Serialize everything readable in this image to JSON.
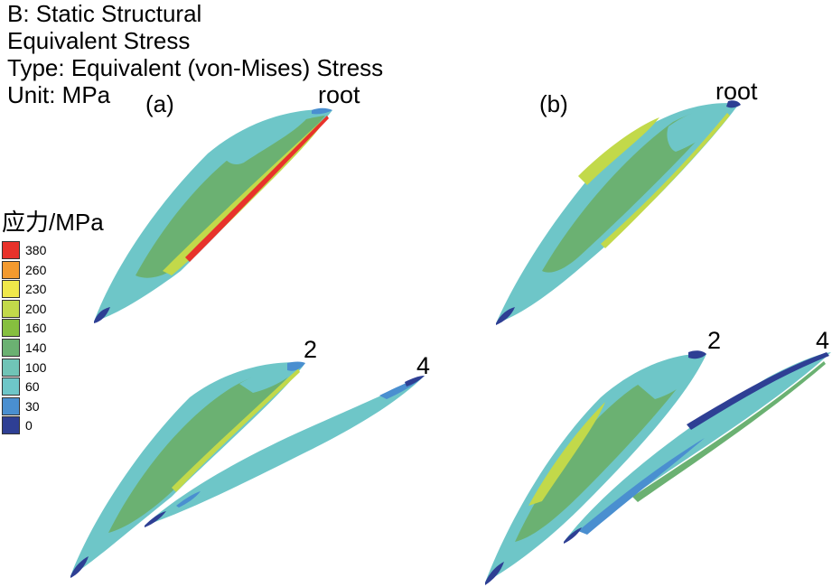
{
  "header": {
    "line1": "B: Static Structural",
    "line2": "Equivalent Stress",
    "line3": "Type: Equivalent (von-Mises) Stress",
    "line4": "Unit: MPa"
  },
  "panels": {
    "a_label": "(a)",
    "b_label": "(b)",
    "root_a": "root",
    "root_b": "root",
    "blade2_a": "2",
    "blade4_a": "4",
    "blade2_b": "2",
    "blade4_b": "4"
  },
  "legend": {
    "title": "应力/MPa",
    "items": [
      {
        "value": "380",
        "color": "#e8322b"
      },
      {
        "value": "260",
        "color": "#f39a2f"
      },
      {
        "value": "230",
        "color": "#f0e84a"
      },
      {
        "value": "200",
        "color": "#c2d94a"
      },
      {
        "value": "160",
        "color": "#86bf3f"
      },
      {
        "value": "140",
        "color": "#6bb172"
      },
      {
        "value": "100",
        "color": "#70c4b7"
      },
      {
        "value": "60",
        "color": "#6ec6c8"
      },
      {
        "value": "30",
        "color": "#4a8fd0"
      },
      {
        "value": "0",
        "color": "#2e3f94"
      }
    ]
  },
  "colors": {
    "green": "#6bb172",
    "teal": "#6ec6c8",
    "blue": "#4a8fd0",
    "navy": "#2e3f94",
    "yellow": "#f0e84a",
    "yellowgreen": "#c2d94a",
    "orange": "#f39a2f",
    "red": "#e8322b"
  }
}
